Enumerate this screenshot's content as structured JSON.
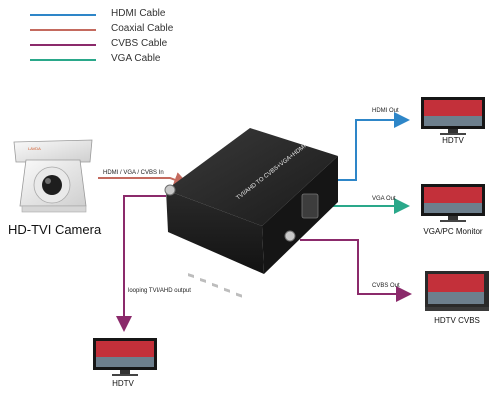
{
  "legend": [
    {
      "label": "HDMI Cable",
      "color": "#2e86c8"
    },
    {
      "label": "Coaxial Cable",
      "color": "#c46a5e"
    },
    {
      "label": "CVBS Cable",
      "color": "#8b2a6b"
    },
    {
      "label": "VGA Cable",
      "color": "#2aa88a"
    }
  ],
  "camera": {
    "caption": "HD-TVI Camera",
    "brand": "LAVDA"
  },
  "input_label": "HDMI / VGA / CVBS In",
  "looping_label": "looping TVI/AHD output",
  "converter": {
    "text": "TVI/AHD TO CVBS+VGA+HDMI",
    "color": "#1c1c1c"
  },
  "outputs": [
    {
      "cable": "HDMI Out",
      "device": "HDTV"
    },
    {
      "cable": "VGA Out",
      "device": "VGA/PC Monitor"
    },
    {
      "cable": "CVBS Out",
      "device": "HDTV CVBS"
    }
  ],
  "loop_device": "HDTV"
}
